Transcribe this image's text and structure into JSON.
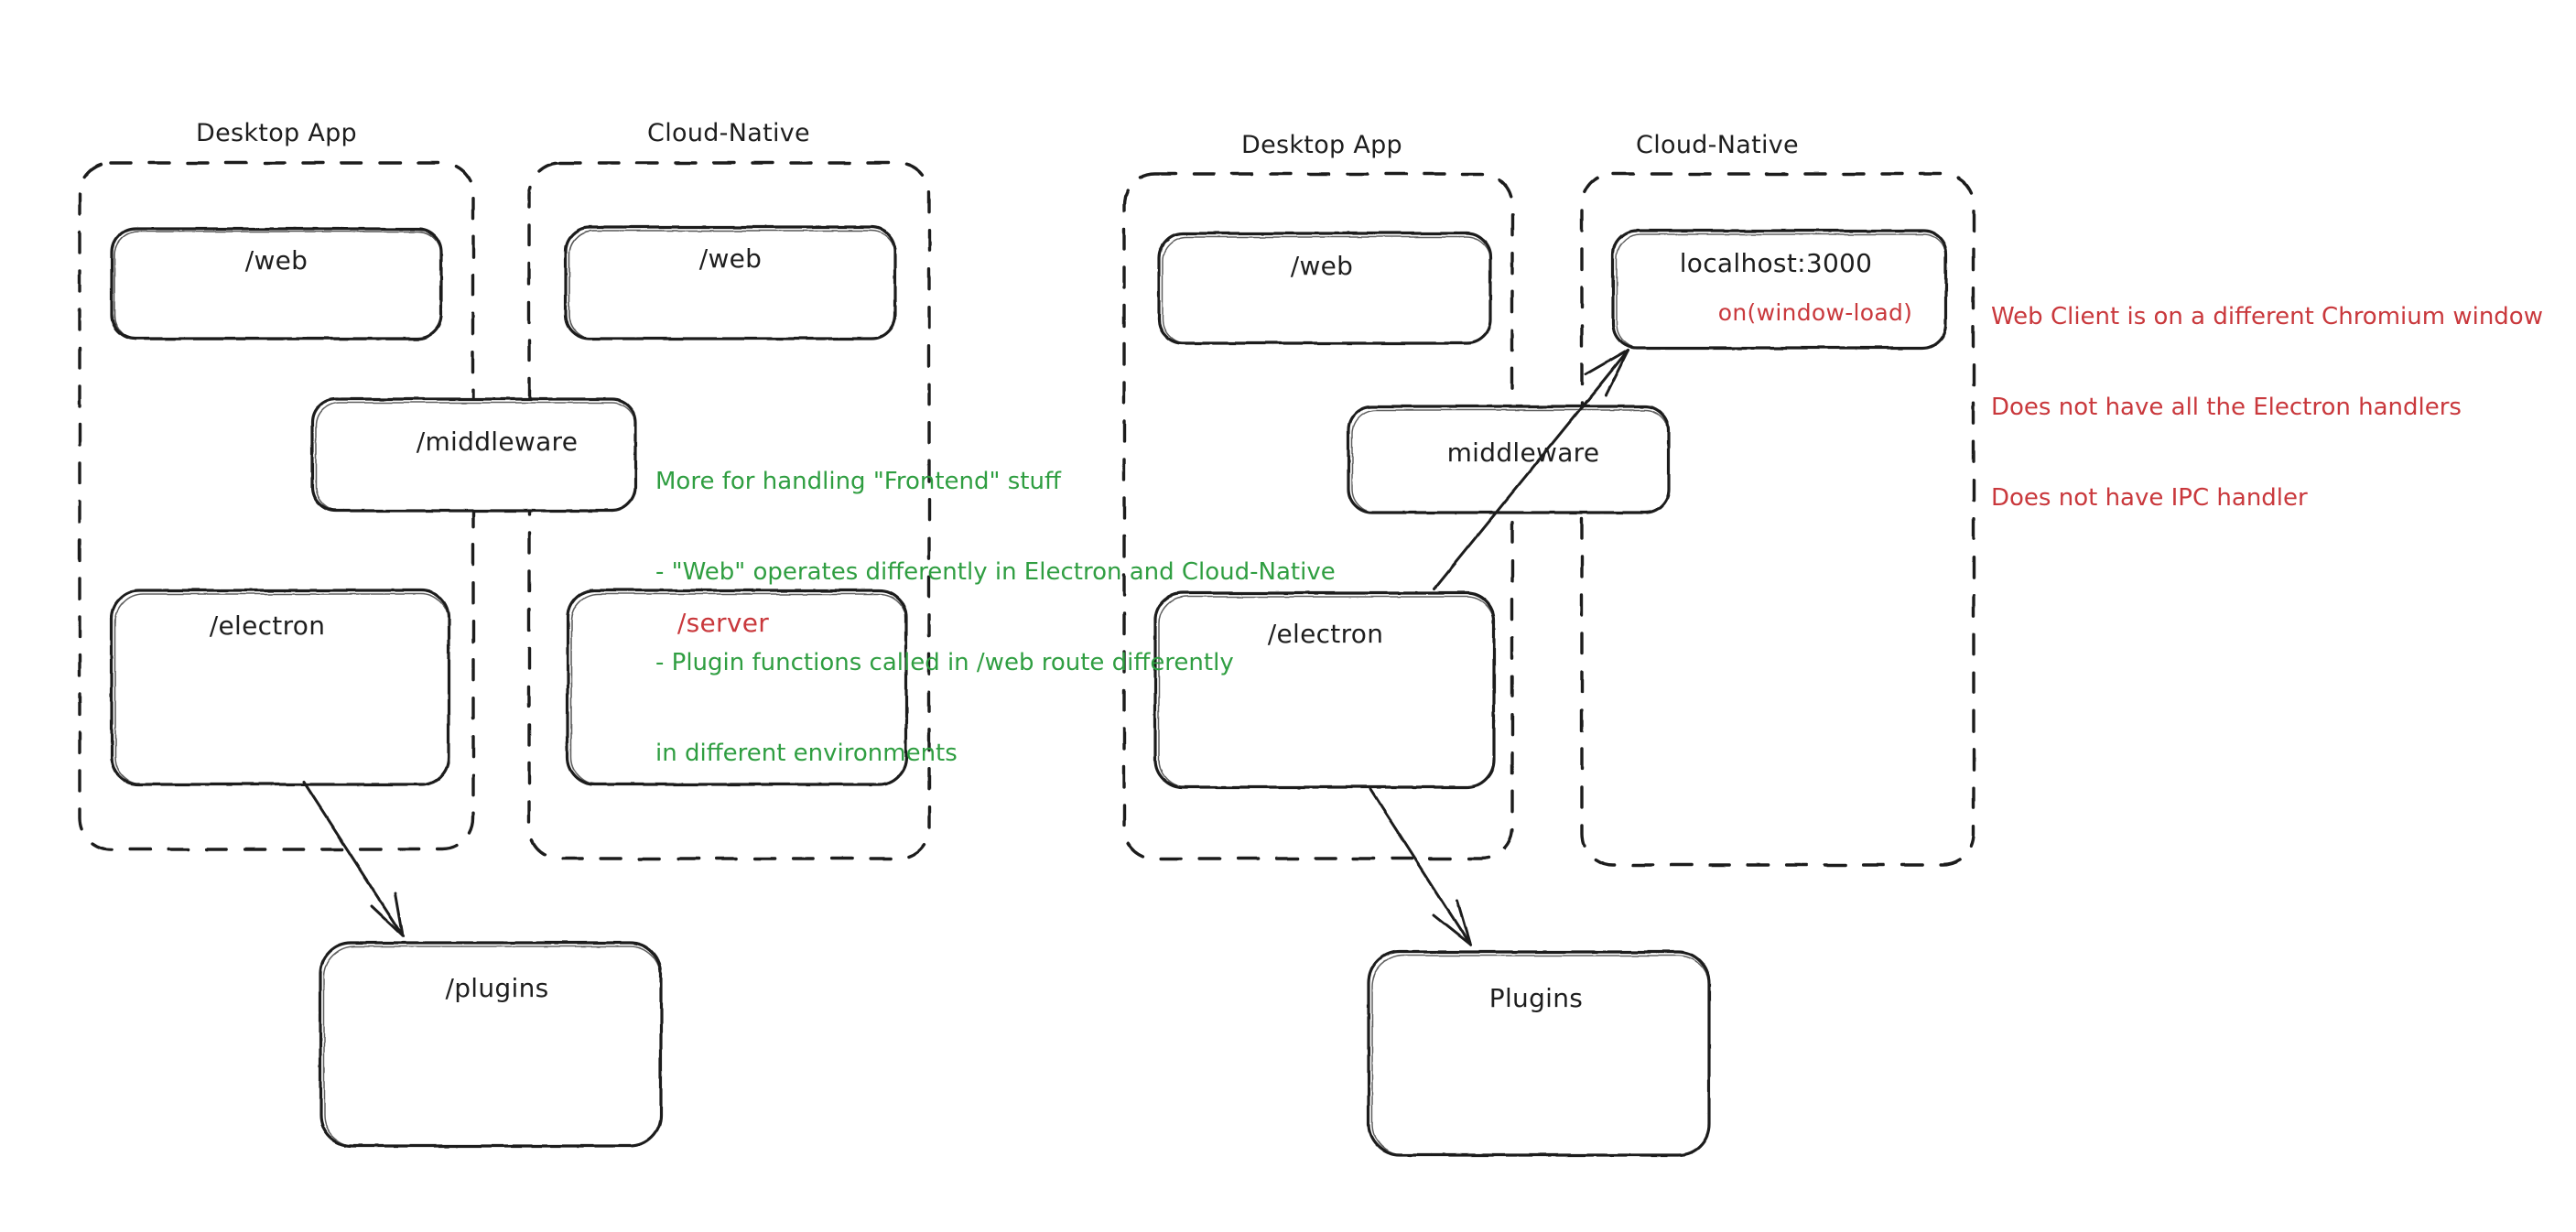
{
  "meta": {
    "style": "hand-drawn whiteboard diagram",
    "background": "#ffffff",
    "stroke_color": "#1e1e1e",
    "green": "#2f9e41",
    "red": "#c9383c"
  },
  "left_diagram": {
    "groups": [
      {
        "id": "left-desktop",
        "title": "Desktop App"
      },
      {
        "id": "left-cloud",
        "title": "Cloud-Native"
      }
    ],
    "boxes": [
      {
        "id": "left-desktop-web",
        "label": "/web",
        "color": "#1e1e1e"
      },
      {
        "id": "left-cloud-web",
        "label": "/web",
        "color": "#1e1e1e"
      },
      {
        "id": "left-middleware",
        "label": "/middleware",
        "color": "#1e1e1e"
      },
      {
        "id": "left-electron",
        "label": "/electron",
        "color": "#1e1e1e"
      },
      {
        "id": "left-server",
        "label": "/server",
        "color": "#c9383c"
      },
      {
        "id": "left-plugins",
        "label": "/plugins",
        "color": "#1e1e1e"
      }
    ],
    "annotation_green": [
      "More for handling \"Frontend\" stuff",
      "- \"Web\" operates differently in Electron and Cloud-Native",
      "- Plugin functions called in /web route differently",
      "in different environments"
    ]
  },
  "right_diagram": {
    "groups": [
      {
        "id": "right-desktop",
        "title": "Desktop App"
      },
      {
        "id": "right-cloud",
        "title": "Cloud-Native"
      }
    ],
    "boxes": [
      {
        "id": "right-desktop-web",
        "label": "/web",
        "color": "#1e1e1e"
      },
      {
        "id": "right-localhost",
        "label": "localhost:3000",
        "sublabel": "on(window-load)",
        "color": "#1e1e1e",
        "sublabel_color": "#c9383c"
      },
      {
        "id": "right-middleware",
        "label": "middleware",
        "color": "#1e1e1e"
      },
      {
        "id": "right-electron",
        "label": "/electron",
        "color": "#1e1e1e"
      },
      {
        "id": "right-plugins",
        "label": "Plugins",
        "color": "#1e1e1e"
      }
    ],
    "annotation_red": [
      "Web Client is on a different Chromium window",
      "Does not have all the Electron handlers",
      "Does not have IPC handler"
    ]
  }
}
